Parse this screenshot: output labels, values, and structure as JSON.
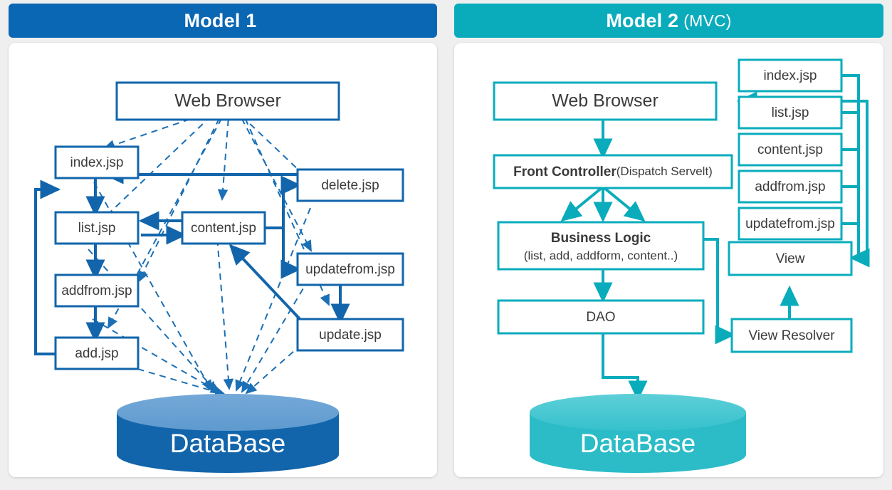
{
  "theme": {
    "blue": "#0a67b3",
    "blue_dark": "#1265ab",
    "teal": "#0aacbc",
    "teal_light": "#3dc2cd",
    "page_background": "#efefef",
    "panel_background": "#ffffff",
    "text": "#3a3a3a"
  },
  "panels": [
    {
      "id": "model1",
      "header": {
        "title": "Model 1",
        "subtitle": ""
      },
      "nodes": {
        "web_browser": "Web Browser",
        "index": "index.jsp",
        "list": "list.jsp",
        "content": "content.jsp",
        "addfrom": "addfrom.jsp",
        "add": "add.jsp",
        "delete": "delete.jsp",
        "updatefrom": "updatefrom.jsp",
        "update": "update.jsp",
        "database": "DataBase"
      }
    },
    {
      "id": "model2",
      "header": {
        "title": "Model 2",
        "subtitle": "(MVC)"
      },
      "nodes": {
        "web_browser": "Web Browser",
        "front_controller_main": "Front Controller",
        "front_controller_sub": "(Dispatch Servelt)",
        "business_logic_main": "Business Logic",
        "business_logic_sub": "(list, add, addform, content..)",
        "dao": "DAO",
        "view": "View",
        "view_resolver": "View Resolver",
        "database": "DataBase"
      },
      "jsp_list": [
        "index.jsp",
        "list.jsp",
        "content.jsp",
        "addfrom.jsp",
        "updatefrom.jsp"
      ]
    }
  ],
  "chart_data": {
    "type": "diagram",
    "title": "JSP Model 1 vs Model 2 (MVC) architecture comparison",
    "diagrams": [
      {
        "name": "Model 1",
        "accent": "#0a67b3",
        "nodes": [
          "Web Browser",
          "index.jsp",
          "list.jsp",
          "content.jsp",
          "addfrom.jsp",
          "add.jsp",
          "delete.jsp",
          "updatefrom.jsp",
          "update.jsp",
          "DataBase"
        ],
        "solid_edges": [
          "index.jsp -> list.jsp",
          "list.jsp -> addfrom.jsp",
          "addfrom.jsp -> add.jsp",
          "add.jsp -> list.jsp",
          "list.jsp -> content.jsp",
          "content.jsp -> list.jsp",
          "content.jsp -> delete.jsp",
          "content.jsp -> updatefrom.jsp",
          "updatefrom.jsp -> update.jsp",
          "update.jsp -> content.jsp",
          "delete.jsp -> index.jsp"
        ],
        "dashed_edges": [
          "Web Browser <-> index.jsp",
          "Web Browser <-> list.jsp",
          "Web Browser <-> content.jsp",
          "Web Browser <-> addfrom.jsp",
          "Web Browser <-> add.jsp",
          "Web Browser <-> delete.jsp",
          "Web Browser <-> updatefrom.jsp",
          "Web Browser <-> update.jsp",
          "index.jsp -> DataBase",
          "list.jsp -> DataBase",
          "content.jsp -> DataBase",
          "addfrom.jsp -> DataBase",
          "add.jsp -> DataBase",
          "delete.jsp -> DataBase",
          "updatefrom.jsp -> DataBase",
          "update.jsp -> DataBase"
        ]
      },
      {
        "name": "Model 2 (MVC)",
        "accent": "#0aacbc",
        "nodes": [
          "Web Browser",
          "Front Controller(Dispatch Servelt)",
          "Business Logic (list, add, addform, content..)",
          "DAO",
          "View",
          "View Resolver",
          "DataBase",
          "index.jsp",
          "list.jsp",
          "content.jsp",
          "addfrom.jsp",
          "updatefrom.jsp"
        ],
        "solid_edges": [
          "Web Browser -> Front Controller",
          "Front Controller -> Business Logic (3 branches)",
          "Business Logic -> DAO",
          "DAO -> DataBase",
          "Business Logic -> View Resolver",
          "View Resolver -> View",
          "JSP pages -> View",
          "View -> Web Browser"
        ]
      }
    ]
  }
}
